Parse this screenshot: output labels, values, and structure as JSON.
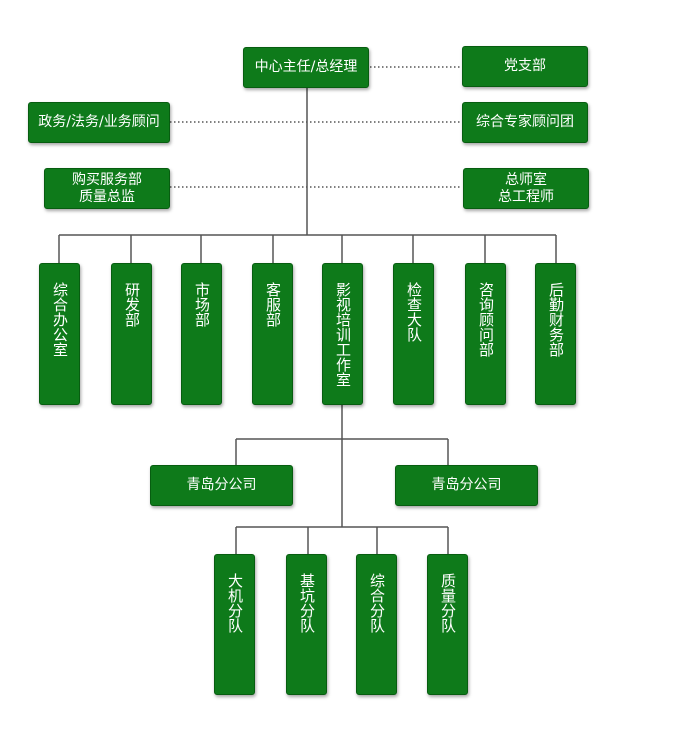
{
  "colors": {
    "box": "#0e7a1a",
    "box_border": "#075d10",
    "line": "#555555",
    "text": "#ffffff"
  },
  "top": {
    "label": "中心主任/总经理"
  },
  "side": {
    "party": "党支部",
    "advisors": "政务/法务/业务顾问",
    "experts": "综合专家顾问团",
    "purchase_line1": "购买服务部",
    "purchase_line2": "质量总监",
    "engineer_line1": "总师室",
    "engineer_line2": "总工程师"
  },
  "departments": [
    "综合办公室",
    "研发部",
    "市场部",
    "客服部",
    "影视培训工作室",
    "检查大队",
    "咨询顾问部",
    "后勤财务部"
  ],
  "branches": [
    "青岛分公司",
    "青岛分公司"
  ],
  "teams": [
    "大机分队",
    "基坑分队",
    "综合分队",
    "质量分队"
  ]
}
